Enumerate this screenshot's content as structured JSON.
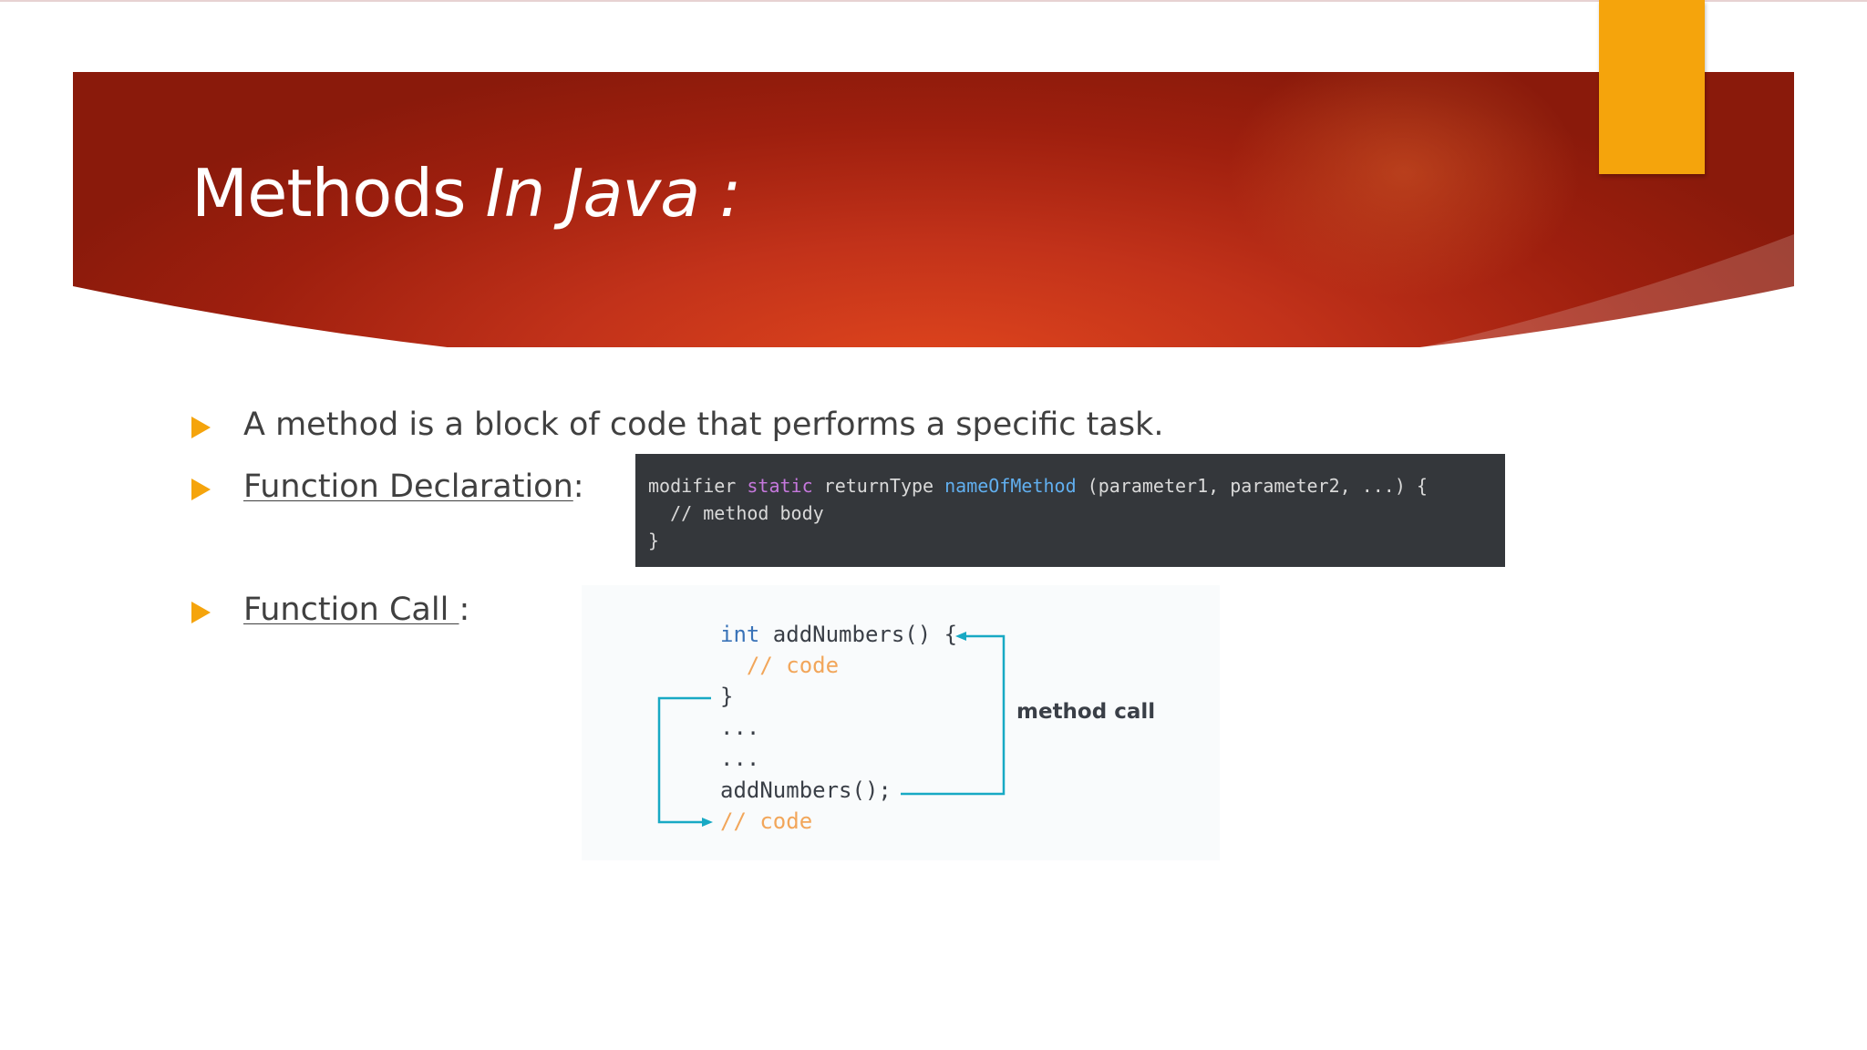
{
  "slide": {
    "title_plain": "Methods ",
    "title_italic": "In Java :",
    "accent_color": "#f5a40c",
    "banner_color": "#c2321a"
  },
  "bullets": [
    {
      "text": "A method is a block of code that performs a specific task."
    },
    {
      "text_underlined": "Function Declaration",
      "suffix": ":"
    },
    {
      "text_underlined": "Function Call ",
      "suffix": ":"
    }
  ],
  "declaration_code": {
    "line1_modifier": "modifier ",
    "line1_static": "static",
    "line1_returntype": " returnType ",
    "line1_name": "nameOfMethod",
    "line1_params": " (parameter1, parameter2, ...) {",
    "line2": "  // method body",
    "line3": "}"
  },
  "call_diagram": {
    "line1_int": "int",
    "line1_rest": " addNumbers() {",
    "line2": "  // code",
    "line3": "}",
    "line4": "...",
    "line5": "...",
    "line6": "addNumbers();",
    "line7": "// code",
    "label": "method call",
    "arrow_color": "#18a9c4"
  }
}
